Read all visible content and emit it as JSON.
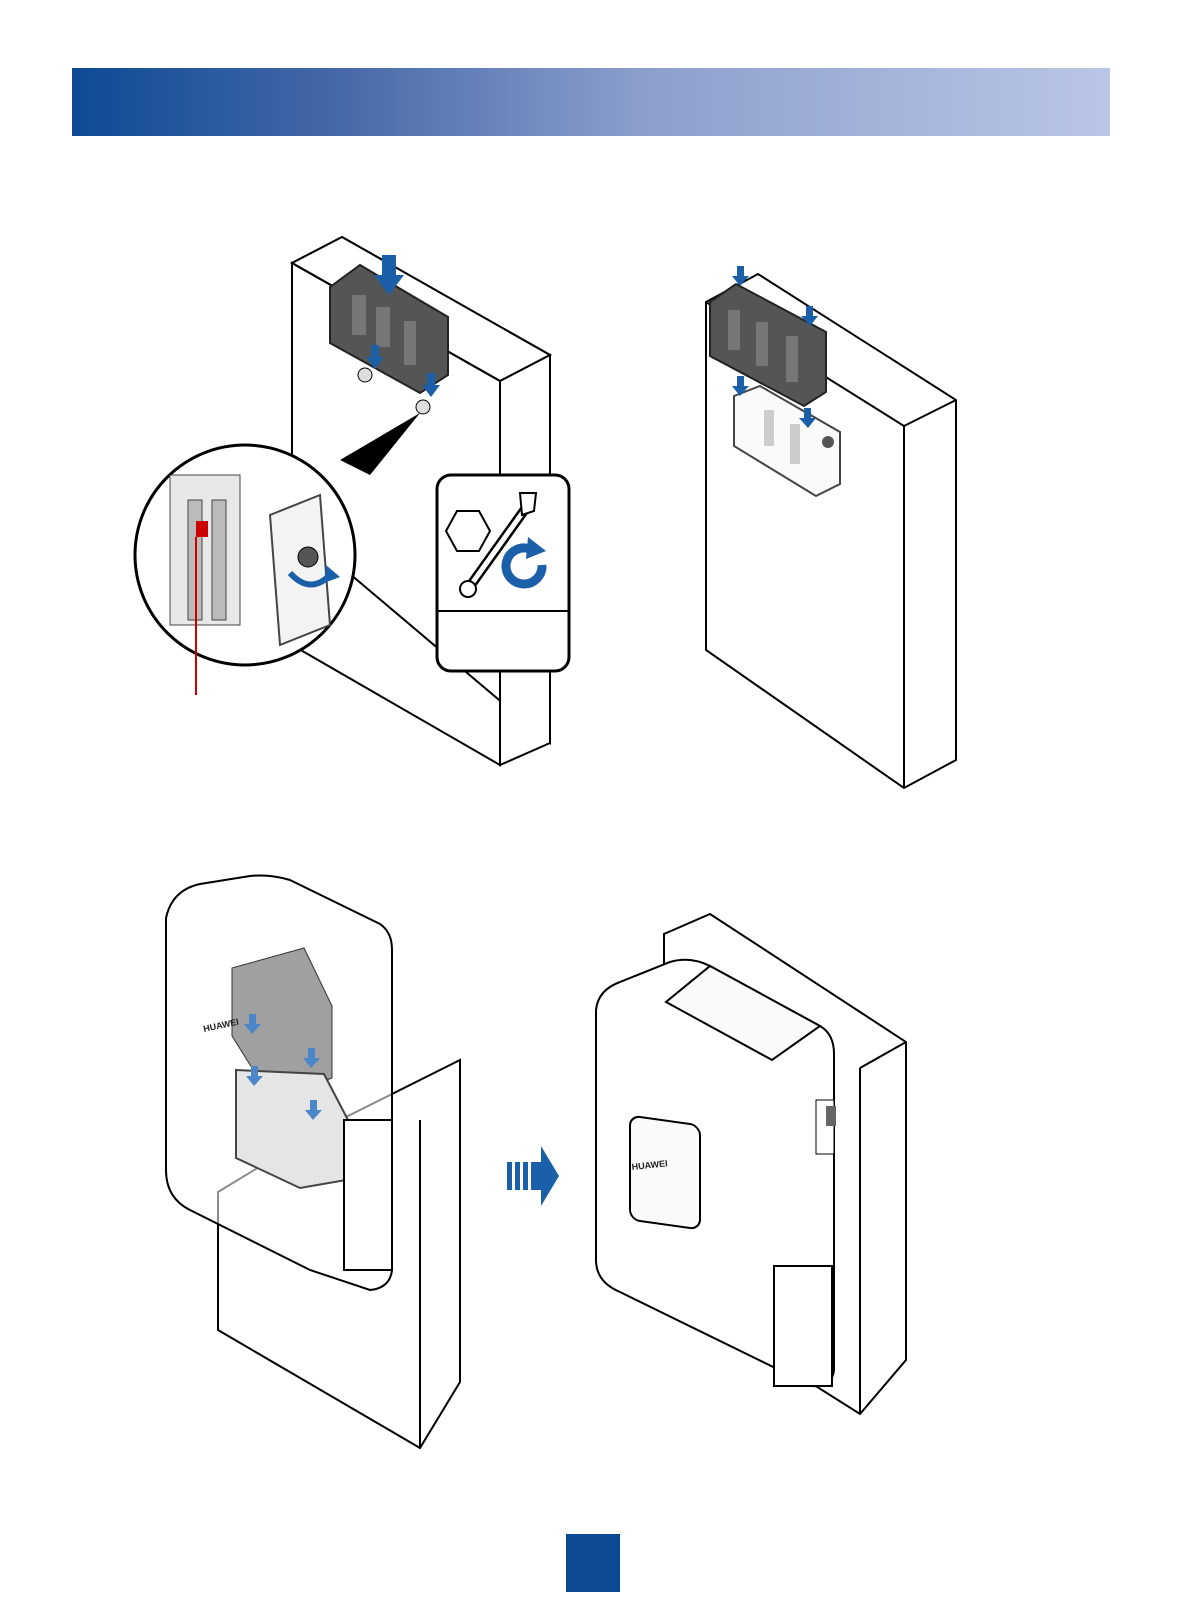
{
  "header": {
    "title": "",
    "bar_colors": [
      "#0d4a94",
      "#b9c6e6"
    ]
  },
  "figures": [
    {
      "name": "figure-1-bracket-wall-install",
      "label": "",
      "tool": "wrench-icon",
      "hex_label": "",
      "torque_label": ""
    },
    {
      "name": "figure-2-bracket-assembly",
      "label": ""
    },
    {
      "name": "figure-3-device-hang",
      "label": "",
      "brand": "HUAWEI"
    },
    {
      "name": "figure-4-installed-device",
      "label": "",
      "brand": "HUAWEI"
    }
  ],
  "accent_color": "#1a5fa8",
  "callout_color": "#cc0000",
  "page_number": ""
}
